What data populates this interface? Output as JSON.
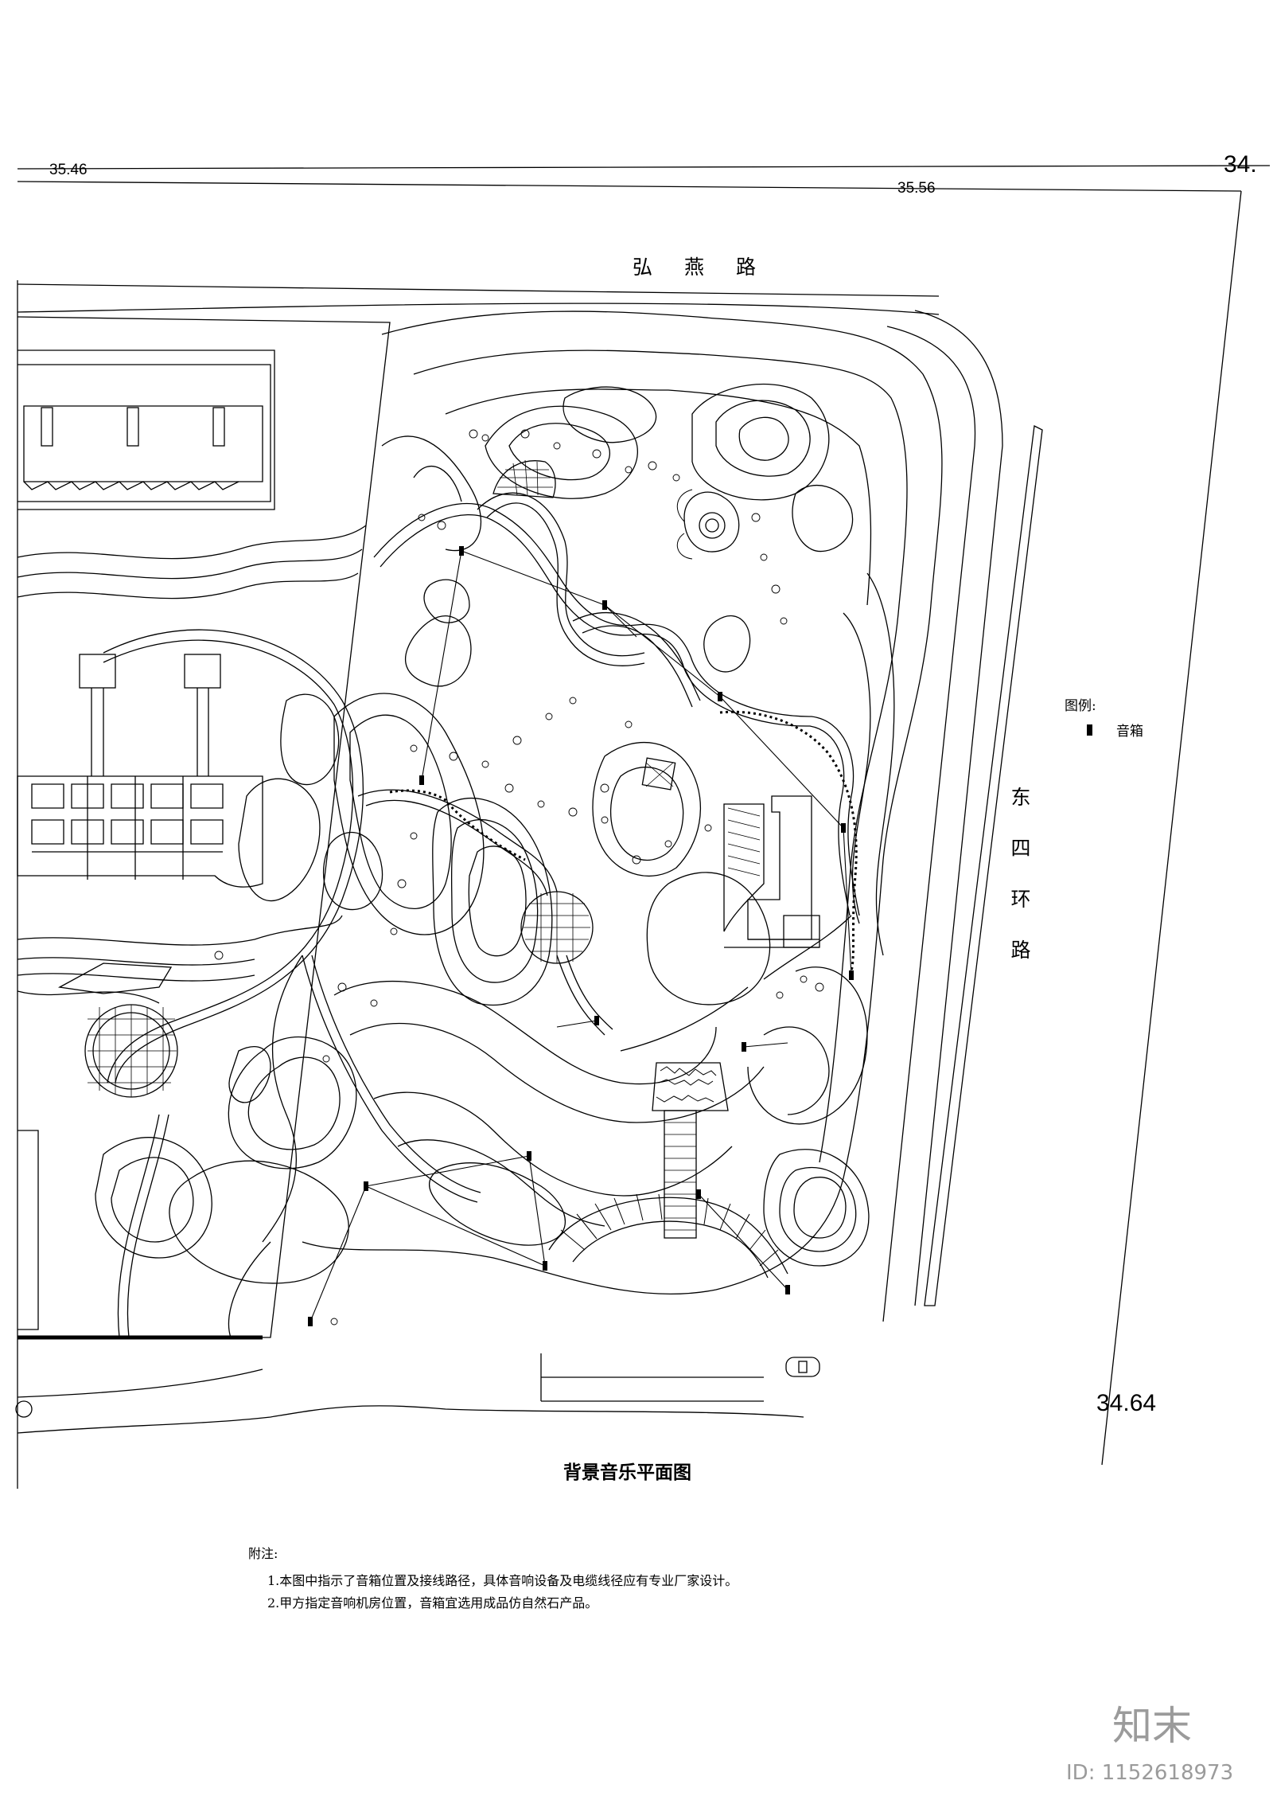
{
  "drawing": {
    "title": "背景音乐平面图",
    "roads": {
      "north": "弘燕路",
      "east": [
        "东",
        "四",
        "环",
        "路"
      ]
    },
    "elevations": {
      "top_left": "35.46",
      "top_mid": "35.56",
      "top_right": "34.",
      "bottom_right": "34.64"
    },
    "legend": {
      "title": "图例:",
      "items": [
        {
          "symbol": "speaker-symbol",
          "label": "音箱"
        }
      ]
    },
    "notes": {
      "heading": "附注:",
      "lines": [
        "1.本图中指示了音箱位置及接线路径，具体音响设备及电缆线径应有专业厂家设计。",
        "2.甲方指定音响机房位置，音箱宜选用成品仿自然石产品。"
      ]
    }
  },
  "watermark": {
    "brand": "知末",
    "id_text": "ID: 1152618973"
  },
  "colors": {
    "line": "#000000",
    "background": "#ffffff",
    "watermark": "#9b9b9b"
  }
}
